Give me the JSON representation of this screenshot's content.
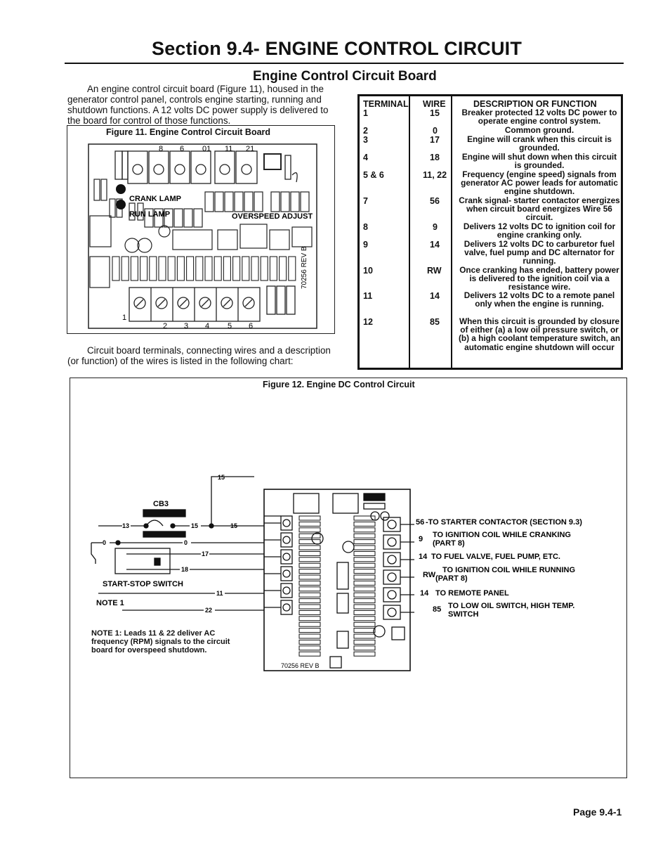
{
  "header": {
    "section_title": "Section 9.4- ENGINE CONTROL CIRCUIT",
    "subtitle": "Engine Control Circuit Board"
  },
  "intro_text": "An engine control circuit board (Figure 11), housed in the generator control panel, controls engine starting, running and shutdown functions. A 12 volts DC power supply is delivered to the board for control of those functions.",
  "figure11": {
    "caption": "Figure 11. Engine Control Circuit Board",
    "crank_lamp": "CRANK LAMP",
    "run_lamp": "RUN LAMP",
    "overspeed_adjust": "OVERSPEED ADJUST",
    "top_numbers": [
      "8",
      "6",
      "01",
      "11",
      "21"
    ],
    "bottom_numbers": [
      "1",
      "2",
      "3",
      "4",
      "5",
      "6"
    ],
    "part_no": "70256 REV B"
  },
  "chart_intro": "Circuit board terminals, connecting wires and a description (or function) of the wires is listed in the following chart:",
  "terminal_table": {
    "headers": {
      "terminal": "TERMINAL",
      "wire": "WIRE",
      "description": "DESCRIPTION OR FUNCTION"
    },
    "rows": [
      {
        "terminal": "1",
        "wire": "15",
        "description": "Breaker protected 12 volts DC power to operate engine control system."
      },
      {
        "terminal": "2",
        "wire": "0",
        "description": "Common ground."
      },
      {
        "terminal": "3",
        "wire": "17",
        "description": "Engine will crank when this circuit is grounded."
      },
      {
        "terminal": "4",
        "wire": "18",
        "description": "Engine will shut down when this circuit is grounded."
      },
      {
        "terminal": "5 & 6",
        "wire": "11, 22",
        "description": "Frequency (engine speed) signals from generator AC power leads for automatic engine shutdown."
      },
      {
        "terminal": "7",
        "wire": "56",
        "description": "Crank signal- starter contactor energizes when circuit board energizes Wire 56 circuit."
      },
      {
        "terminal": "8",
        "wire": "9",
        "description": "Delivers 12 volts DC to ignition coil for engine cranking only."
      },
      {
        "terminal": "9",
        "wire": "14",
        "description": "Delivers 12 volts DC to carburetor fuel valve, fuel pump and DC alternator for running."
      },
      {
        "terminal": "10",
        "wire": "RW",
        "description": "Once cranking has ended, battery power is delivered to the ignition coil via a resistance wire."
      },
      {
        "terminal": "11",
        "wire": "14",
        "description": "Delivers 12 volts DC to a remote panel only when the engine is running."
      },
      {
        "terminal": "12",
        "wire": "85",
        "description": "When this circuit is grounded by closure of either (a) a low oil pressure switch, or (b) a high coolant temperature switch, an automatic engine shutdown will occur"
      }
    ]
  },
  "figure12": {
    "caption": "Figure 12. Engine DC Control Circuit",
    "cb3": "CB3",
    "switch_label": "START-STOP SWITCH",
    "note_label": "NOTE 1",
    "note_text": "NOTE 1: Leads 11 & 22 deliver AC frequency (RPM) signals to the circuit board for overspeed shutdown.",
    "wires": {
      "w15a": "15",
      "w13": "13",
      "w15b": "15",
      "w15c": "15",
      "w0a": "0",
      "w0b": "0",
      "w17": "17",
      "w18": "18",
      "w11": "11",
      "w22": "22"
    },
    "outputs": [
      {
        "wire": "56",
        "text": "-TO STARTER CONTACTOR (SECTION 9.3)"
      },
      {
        "wire": "9",
        "text": "TO IGNITION COIL WHILE CRANKING",
        "sub": "(PART 8)"
      },
      {
        "wire": "14",
        "text": "TO FUEL VALVE, FUEL PUMP, ETC."
      },
      {
        "wire": "RW",
        "text": "TO IGNITION COIL WHILE RUNNING",
        "sub": "(PART 8)"
      },
      {
        "wire": "14",
        "text": "TO REMOTE PANEL"
      },
      {
        "wire": "85",
        "text": "TO LOW OIL SWITCH, HIGH TEMP.",
        "sub": "SWITCH"
      }
    ],
    "board_part_no": "70256 REV B"
  },
  "footer": {
    "page": "Page 9.4-1"
  }
}
